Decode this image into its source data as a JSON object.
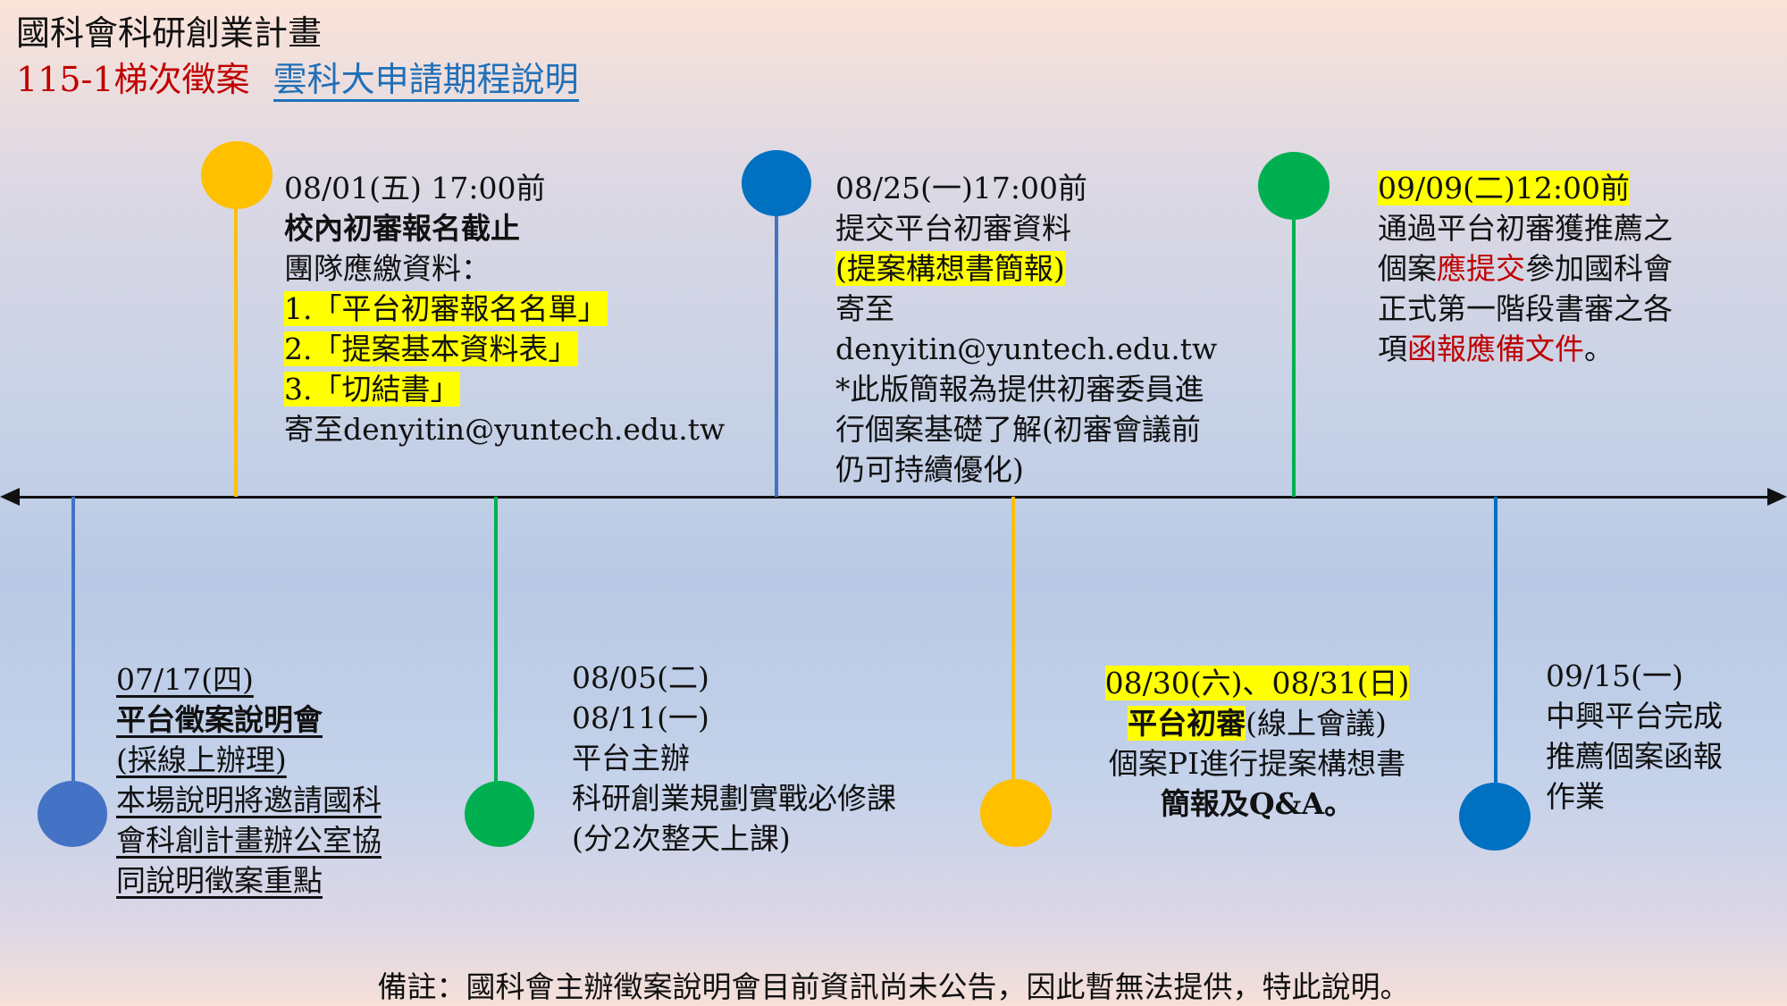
{
  "title": {
    "line1": "國科會科研創業計畫",
    "batch": "115-1梯次徵案",
    "schedule_link": "雲科大申請期程說明"
  },
  "colors": {
    "yellow": "#ffc000",
    "blue": "#0070c0",
    "green": "#00b050",
    "steel_blue": "#4472c4",
    "highlight": "#ffff00",
    "red_text": "#c00000",
    "link_blue": "#1f6fb8"
  },
  "events_top": [
    {
      "date": "08/01(五) 17:00前",
      "title": "校內初審報名截止",
      "lines": [
        "團隊應繳資料："
      ],
      "items": [
        "1.「平台初審報名名單」",
        "2.「提案基本資料表」",
        "3.「切結書」"
      ],
      "footer": "寄至denyitin@yuntech.edu.tw"
    },
    {
      "date": "08/25(一)17:00前",
      "line1": "提交平台初審資料",
      "highlight": "(提案構想書簡報)",
      "line3": "寄至",
      "email": "denyitin@yuntech.edu.tw",
      "note_lines": [
        "*此版簡報為提供初審委員進",
        "行個案基礎了解(初審會議前",
        "仍可持續優化)"
      ]
    },
    {
      "date": "09/09(二)12:00前",
      "line1": "通過平台初審獲推薦之",
      "line2_a": "個案",
      "line2_red": "應提交",
      "line2_b": "參加國科會",
      "line3": "正式第一階段書審之各",
      "line4_a": "項",
      "line4_red": "函報應備文件",
      "line4_b": "。"
    }
  ],
  "events_bottom": [
    {
      "date": "07/17(四)",
      "title": "平台徵案說明會",
      "lines": [
        "(採線上辦理)",
        "本場說明將邀請國科",
        "會科創計畫辦公室協",
        "同說明徵案重點"
      ]
    },
    {
      "date1": "08/05(二)",
      "date2": "08/11(一)",
      "lines": [
        "平台主辦",
        "科研創業規劃實戰必修課",
        "(分2次整天上課)"
      ]
    },
    {
      "date": "08/30(六)、08/31(日)",
      "title": "平台初審",
      "title_suffix": "(線上會議)",
      "line2": "個案PI進行提案構想書",
      "line3_bold": "簡報",
      "line3_rest": "及Q&A。"
    },
    {
      "date": "09/15(一)",
      "lines": [
        "中興平台完成",
        "推薦個案函報",
        "作業"
      ]
    }
  ],
  "note": "備註：國科會主辦徵案說明會目前資訊尚未公告，因此暫無法提供，特此說明。"
}
